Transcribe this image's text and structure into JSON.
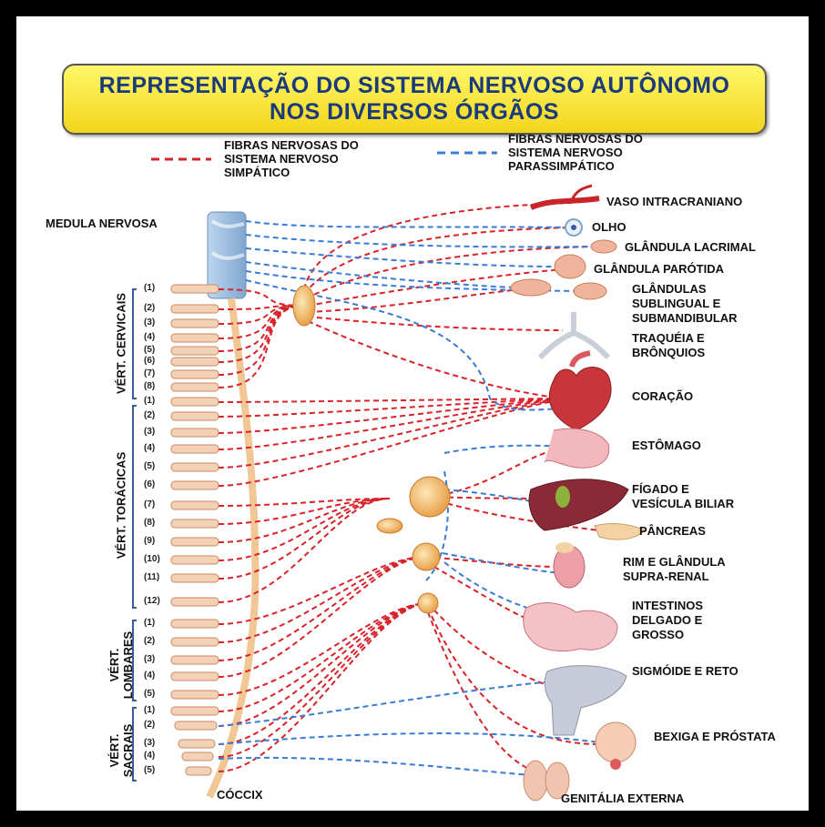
{
  "title": {
    "line1": "REPRESENTAÇÃO DO SISTEMA NERVOSO AUTÔNOMO",
    "line2": "NOS DIVERSOS ÓRGÃOS"
  },
  "legend": {
    "sympathetic": {
      "text": "FIBRAS NERVOSAS DO\nSISTEMA NERVOSO\nSIMPÁTICO",
      "color": "#d8232a"
    },
    "parasympathetic": {
      "text": "FIBRAS NERVOSAS DO\nSISTEMA NERVOSO\nPARASSIMPÁTICO",
      "color": "#3a7bd5"
    }
  },
  "spine_labels": {
    "medula": "MEDULA NERVOSA",
    "coccix": "CÓCCIX",
    "cervical": "VÉRT. CERVICAIS",
    "toracica": "VÉRT. TORÁCICAS",
    "lombar": "VÉRT.\nLOMBARES",
    "sacral": "VÉRT.\nSACRAIS"
  },
  "vertebrae": {
    "cervical": [
      "(1)",
      "(2)",
      "(3)",
      "(4)",
      "(5)",
      "(6)",
      "(7)",
      "(8)"
    ],
    "toracica": [
      "(1)",
      "(2)",
      "(3)",
      "(4)",
      "(5)",
      "(6)",
      "(7)",
      "(8)",
      "(9)",
      "(10)",
      "(11)",
      "(12)"
    ],
    "lombar": [
      "(1)",
      "(2)",
      "(3)",
      "(4)",
      "(5)"
    ],
    "sacral": [
      "(1)",
      "(2)",
      "(3)",
      "(4)",
      "(5)"
    ]
  },
  "organs": [
    "VASO INTRACRANIANO",
    "OLHO",
    "GLÂNDULA LACRIMAL",
    "GLÂNDULA PARÓTIDA",
    "GLÂNDULAS\nSUBLINGUAL E\nSUBMANDIBULAR",
    "TRAQUÉIA E\nBRÔNQUIOS",
    "CORAÇÃO",
    "ESTÔMAGO",
    "FÍGADO E\nVESÍCULA BILIAR",
    "PÂNCREAS",
    "RIM E GLÂNDULA\nSUPRA-RENAL",
    "INTESTINOS\nDELGADO E\nGROSSO",
    "SIGMÓIDE E RETO",
    "BEXIGA E PRÓSTATA",
    "GENITÁLIA EXTERNA"
  ]
}
